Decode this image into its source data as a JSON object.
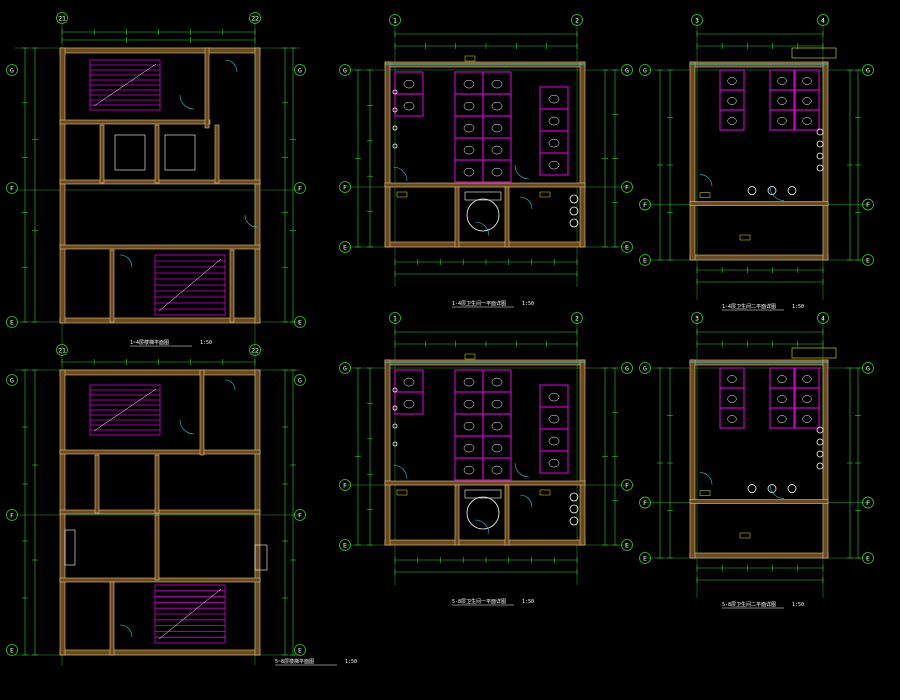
{
  "colors": {
    "background": "#000000",
    "dimension": "#2bd12b",
    "wall": "#e3c27a",
    "wall_fill": "#6b4a1f",
    "partition": "#d400d4",
    "fixture": "#ffffff",
    "accent_cyan": "#29c6d6",
    "accent_yellow": "#e6e600",
    "text": "#ffffff"
  },
  "panels": [
    {
      "id": "stair-plan-1",
      "grid_top": [
        "21",
        "22"
      ],
      "grid_left": [
        "G",
        "F",
        "E"
      ],
      "title": "1~4层楼梯平面图",
      "scale": "1:50"
    },
    {
      "id": "stair-plan-2",
      "grid_top": [
        "21",
        "22"
      ],
      "grid_left": [
        "G",
        "F",
        "E"
      ],
      "title": "5~8层楼梯平面图",
      "scale": "1:50"
    },
    {
      "id": "toilet-a-1",
      "grid_top": [
        "1",
        "2"
      ],
      "grid_left": [
        "G",
        "F",
        "E"
      ],
      "title": "1-4层卫生间一平面详图",
      "scale": "1:50"
    },
    {
      "id": "toilet-a-2",
      "grid_top": [
        "1",
        "2"
      ],
      "grid_left": [
        "G",
        "F",
        "E"
      ],
      "title": "5-8层卫生间一平面详图",
      "scale": "1:50"
    },
    {
      "id": "toilet-b-1",
      "grid_top": [
        "3",
        "4"
      ],
      "grid_left": [
        "G",
        "F",
        "E"
      ],
      "title": "1-4层卫生间二平面详图",
      "scale": "1:50"
    },
    {
      "id": "toilet-b-2",
      "grid_top": [
        "3",
        "4"
      ],
      "grid_left": [
        "G",
        "F",
        "E"
      ],
      "title": "5-8层卫生间二平面详图",
      "scale": "1:50"
    }
  ]
}
